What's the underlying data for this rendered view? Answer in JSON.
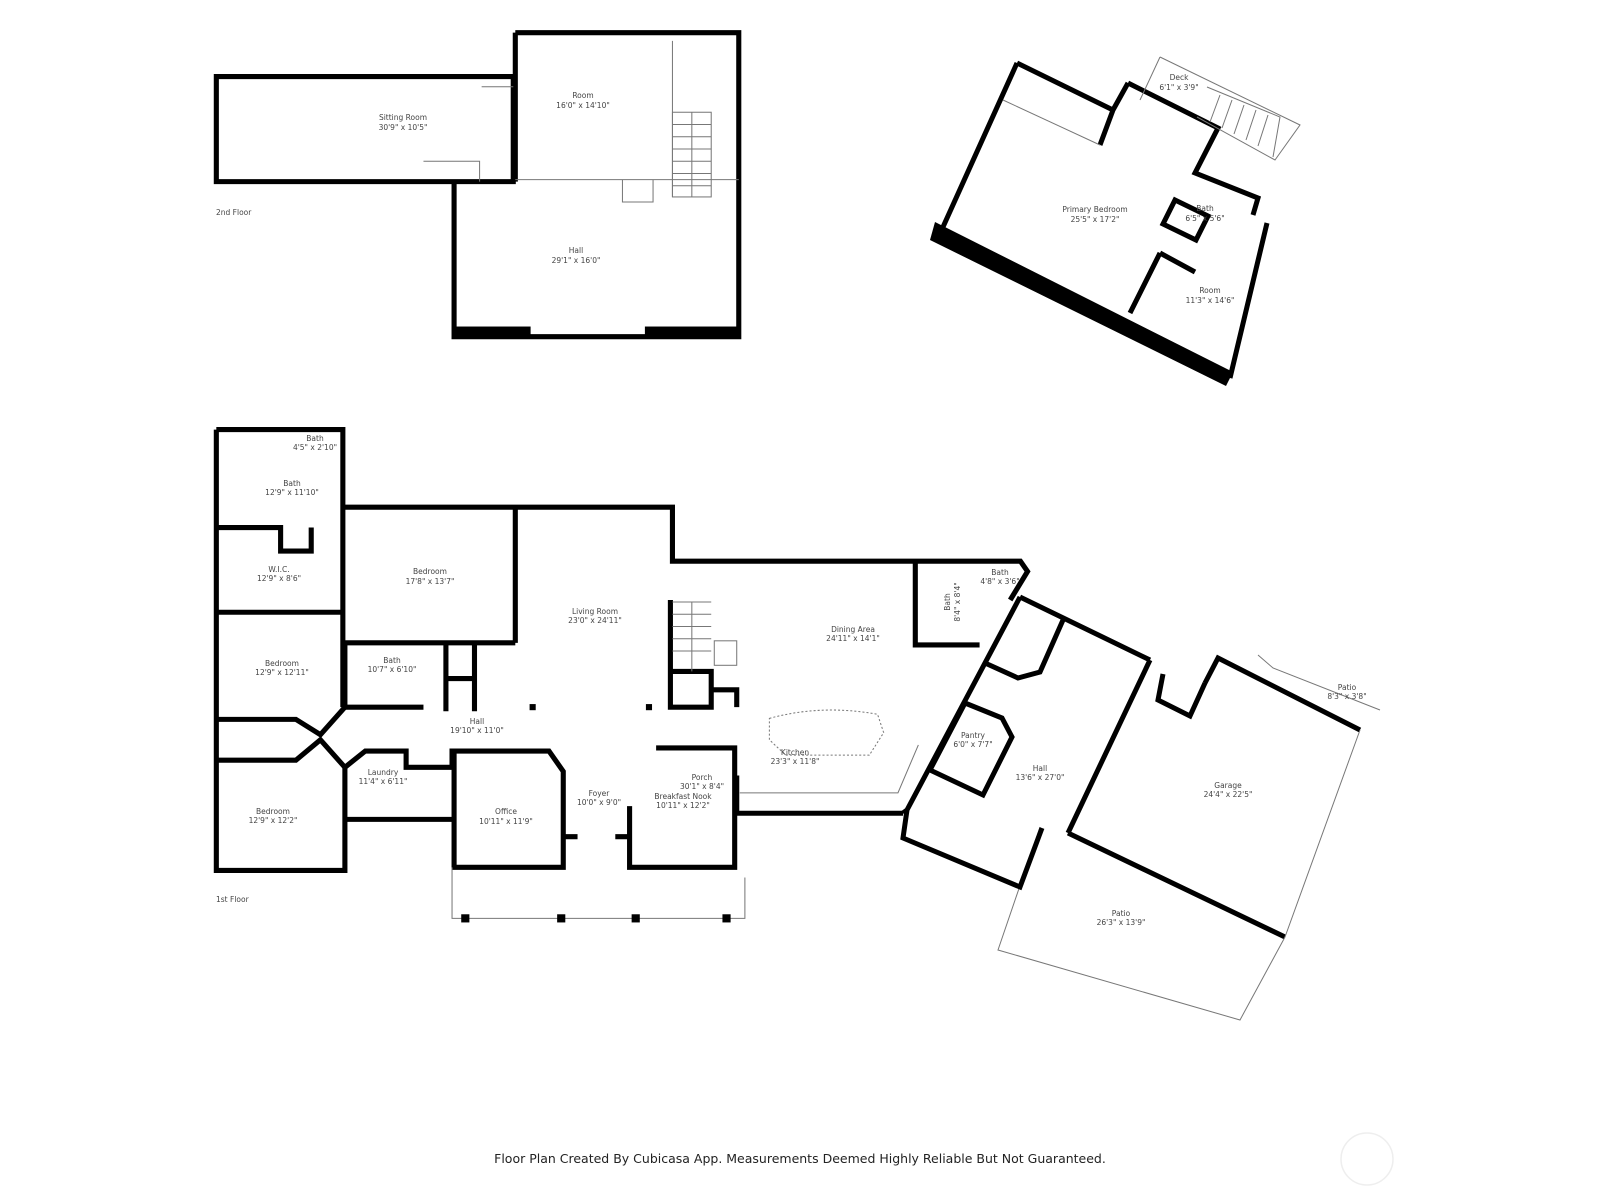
{
  "floors": {
    "second": "2nd Floor",
    "first": "1st Floor"
  },
  "rooms": [
    {
      "name": "Sitting Room",
      "dims": "30'9\" x 10'5\""
    },
    {
      "name": "Room",
      "dims": "16'0\" x 14'10\""
    },
    {
      "name": "Hall",
      "dims": "29'1\" x 16'0\""
    },
    {
      "name": "Deck",
      "dims": "6'1\" x 3'9\""
    },
    {
      "name": "Primary Bedroom",
      "dims": "25'5\" x 17'2\""
    },
    {
      "name": "Bath",
      "dims": "6'5\" x 5'6\""
    },
    {
      "name": "Room",
      "dims": "11'3\" x 14'6\""
    },
    {
      "name": "Bath",
      "dims": "4'5\" x 2'10\""
    },
    {
      "name": "Bath",
      "dims": "12'9\" x 11'10\""
    },
    {
      "name": "W.I.C.",
      "dims": "12'9\" x 8'6\""
    },
    {
      "name": "Bedroom",
      "dims": "17'8\" x 13'7\""
    },
    {
      "name": "Bedroom",
      "dims": "12'9\" x 12'11\""
    },
    {
      "name": "Bath",
      "dims": "10'7\" x 6'10\""
    },
    {
      "name": "Hall",
      "dims": "19'10\" x 11'0\""
    },
    {
      "name": "Laundry",
      "dims": "11'4\" x 6'11\""
    },
    {
      "name": "Office",
      "dims": "10'11\" x 11'9\""
    },
    {
      "name": "Bedroom",
      "dims": "12'9\" x 12'2\""
    },
    {
      "name": "Living Room",
      "dims": "23'0\" x 24'11\""
    },
    {
      "name": "Dining Area",
      "dims": "24'11\" x 14'1\""
    },
    {
      "name": "Bath",
      "dims": "8'4\" x 8'4\""
    },
    {
      "name": "Bath",
      "dims": "4'8\" x 3'6\""
    },
    {
      "name": "Kitchen",
      "dims": "23'3\" x 11'8\""
    },
    {
      "name": "Porch",
      "dims": "30'1\" x 8'4\""
    },
    {
      "name": "Breakfast Nook",
      "dims": "10'11\" x 12'2\""
    },
    {
      "name": "Foyer",
      "dims": "10'0\" x 9'0\""
    },
    {
      "name": "Pantry",
      "dims": "6'0\" x 7'7\""
    },
    {
      "name": "Hall",
      "dims": "13'6\" x 27'0\""
    },
    {
      "name": "Garage",
      "dims": "24'4\" x 22'5\""
    },
    {
      "name": "Patio",
      "dims": "8'3\" x 3'8\""
    },
    {
      "name": "Patio",
      "dims": "26'3\" x 13'9\""
    }
  ],
  "footer": "Floor Plan Created By Cubicasa App. Measurements Deemed Highly Reliable But Not Guaranteed.",
  "colors": {
    "walls": "#000000",
    "labels": "#444444"
  }
}
